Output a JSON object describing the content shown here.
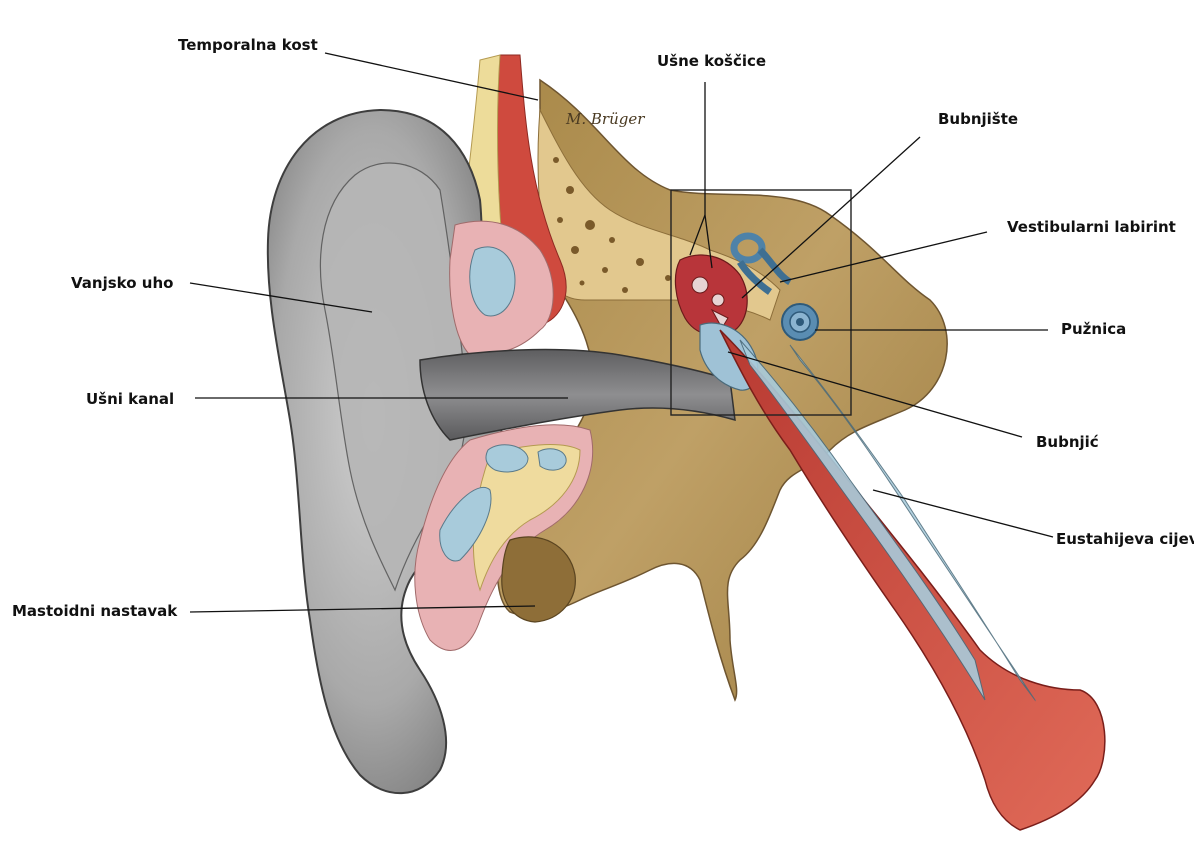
{
  "diagram": {
    "artist_signature": "M. Brüger",
    "colors": {
      "outer_ear": "#a4a4a4",
      "canal": "#7a7a7c",
      "bone": "#b69558",
      "bone_light": "#e6cf98",
      "cartilage_pink": "#e6aeb0",
      "fluid_blue": "#a8cbdb",
      "muscle_red": "#c8463c",
      "tube_red": "#cf4f42",
      "label_text": "#111111",
      "leader": "#111111"
    },
    "labels": {
      "temporal_bone": "Temporalna kost",
      "ossicles": "Ušne koščice",
      "tympanic_cavity": "Bubnjište",
      "vestibular_labyrinth": "Vestibularni labirint",
      "outer_ear": "Vanjsko uho",
      "cochlea": "Pužnica",
      "ear_canal": "Ušni kanal",
      "eardrum": "Bubnjić",
      "eustachian_tube": "Eustahijeva cijev",
      "mastoid_process": "Mastoidni nastavak"
    }
  }
}
